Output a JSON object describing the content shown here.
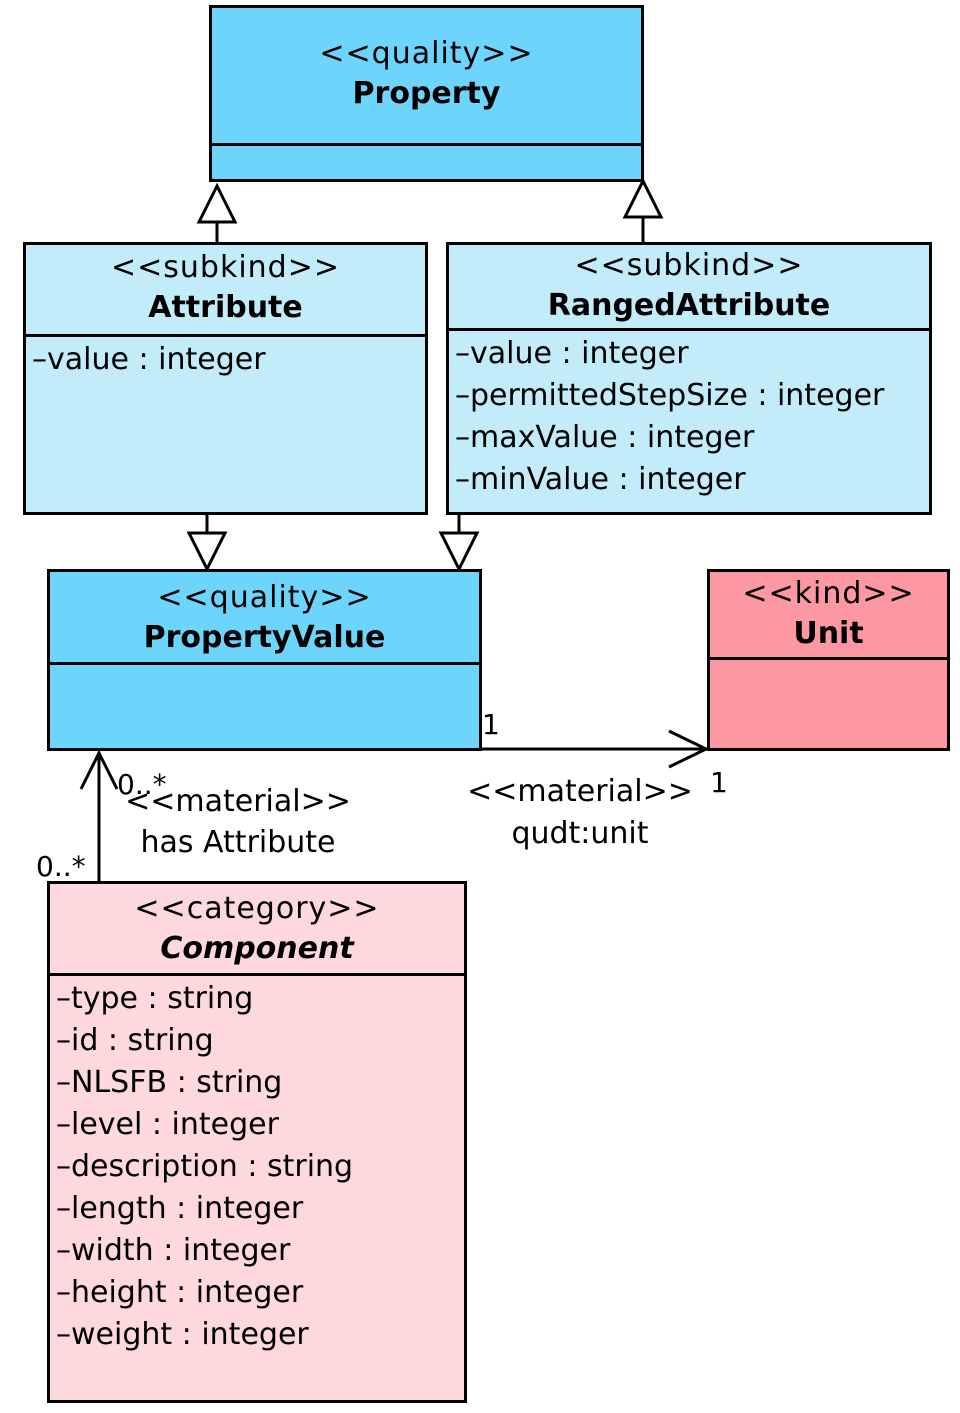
{
  "colors": {
    "quality": "#6dd5fb",
    "subkind": "#c3ecfb",
    "kind": "#fb98a2",
    "category": "#fdd8dd",
    "line": "#000000"
  },
  "classes": {
    "property": {
      "stereotype": "<<quality>>",
      "name": "Property",
      "attributes": []
    },
    "attribute": {
      "stereotype": "<<subkind>>",
      "name": "Attribute",
      "attributes": [
        "–value : integer"
      ]
    },
    "ranged_attribute": {
      "stereotype": "<<subkind>>",
      "name": "RangedAttribute",
      "attributes": [
        "–value : integer",
        "–permittedStepSize : integer",
        "–maxValue : integer",
        "–minValue : integer"
      ]
    },
    "property_value": {
      "stereotype": "<<quality>>",
      "name": "PropertyValue",
      "attributes": []
    },
    "unit": {
      "stereotype": "<<kind>>",
      "name": "Unit",
      "attributes": []
    },
    "component": {
      "stereotype": "<<category>>",
      "name": "Component",
      "name_italic": true,
      "attributes": [
        "–type : string",
        "–id : string",
        "–NLSFB : string",
        "–level : integer",
        "–description : string",
        "–length : integer",
        "–width : integer",
        "–height : integer",
        "–weight : integer"
      ]
    }
  },
  "associations": {
    "unit_link": {
      "stereotype": "<<material>>",
      "name": "qudt:unit",
      "source_multiplicity": "1",
      "target_multiplicity": "1"
    },
    "has_attribute": {
      "stereotype": "<<material>>",
      "name": "has Attribute",
      "source_multiplicity": "0..*",
      "target_multiplicity": "0..*"
    }
  }
}
